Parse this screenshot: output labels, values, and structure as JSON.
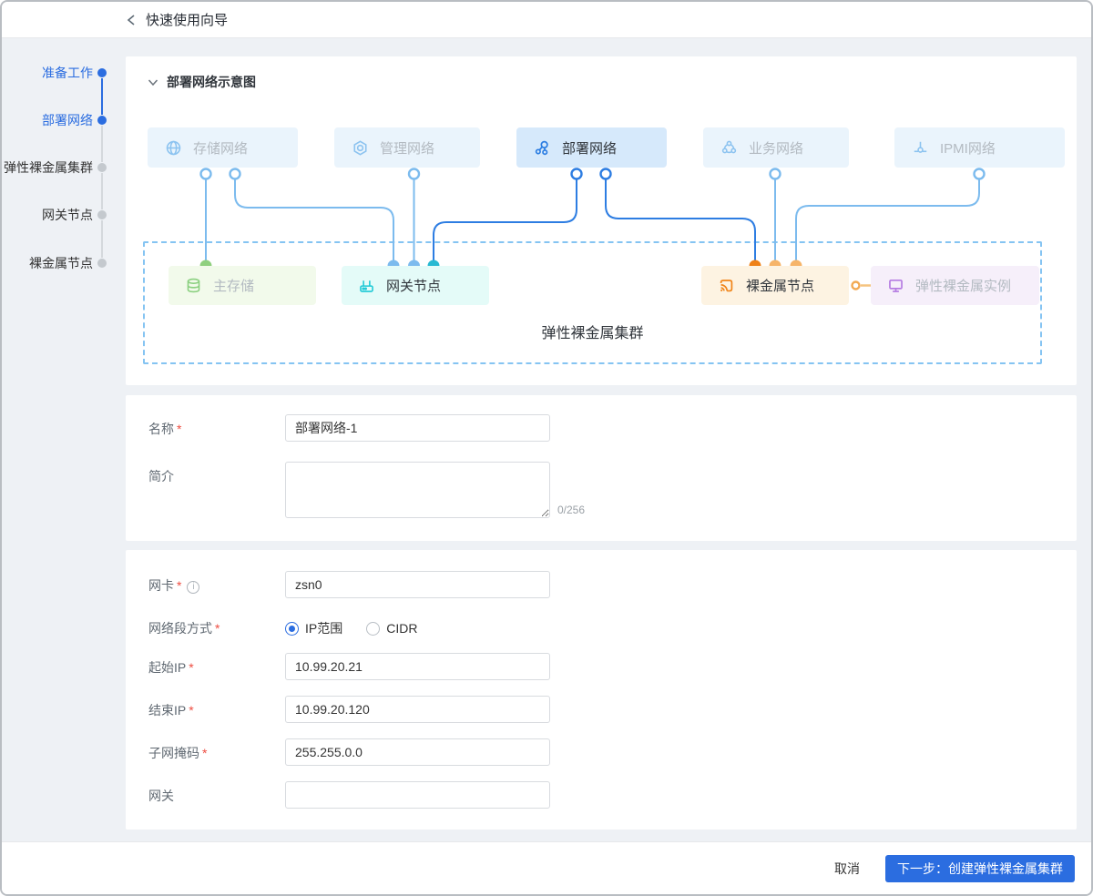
{
  "header": {
    "title": "快速使用向导"
  },
  "stepper": {
    "steps": [
      {
        "label": "准备工作",
        "state": "active"
      },
      {
        "label": "部署网络",
        "state": "active"
      },
      {
        "label": "弹性裸金属集群",
        "state": "pending"
      },
      {
        "label": "网关节点",
        "state": "pending"
      },
      {
        "label": "裸金属节点",
        "state": "pending"
      }
    ]
  },
  "diagram": {
    "section_title": "部署网络示意图",
    "networks": [
      {
        "label": "存储网络",
        "icon": "globe-icon",
        "active": false
      },
      {
        "label": "管理网络",
        "icon": "nut-icon",
        "active": false
      },
      {
        "label": "部署网络",
        "icon": "cluster-nodes-icon",
        "active": true
      },
      {
        "label": "业务网络",
        "icon": "tri-nodes-icon",
        "active": false
      },
      {
        "label": "IPMI网络",
        "icon": "probe-icon",
        "active": false
      }
    ],
    "cluster": {
      "label": "弹性裸金属集群",
      "nodes": [
        {
          "label": "主存储",
          "icon": "database-icon"
        },
        {
          "label": "网关节点",
          "icon": "router-icon"
        },
        {
          "label": "裸金属节点",
          "icon": "cast-icon"
        },
        {
          "label": "弹性裸金属实例",
          "icon": "monitor-icon"
        }
      ]
    },
    "colors": {
      "line_light": "#7cbbee",
      "line_dark": "#2d7de2",
      "dot_green": "#90d07f",
      "dot_teal": "#27b9d2",
      "dot_orange_dark": "#ef8117",
      "dot_orange_light": "#f6b469",
      "box_inactive_bg": "#eaf4fc",
      "box_active_bg": "#d6e9fb",
      "storage_bg": "#f2faeb",
      "gateway_bg": "#e4fbf8",
      "bare_bg": "#fdf3e2",
      "instance_bg": "#f6effa"
    }
  },
  "form_basic": {
    "name_label": "名称",
    "name_value": "部署网络-1",
    "desc_label": "简介",
    "desc_value": "",
    "counter": "0/256"
  },
  "form_network": {
    "nic_label": "网卡",
    "nic_value": "zsn0",
    "segment_label": "网络段方式",
    "radio_ip_range": "IP范围",
    "radio_cidr": "CIDR",
    "start_ip_label": "起始IP",
    "start_ip_value": "10.99.20.21",
    "end_ip_label": "结束IP",
    "end_ip_value": "10.99.20.120",
    "mask_label": "子网掩码",
    "mask_value": "255.255.0.0",
    "gateway_label": "网关",
    "gateway_value": ""
  },
  "footer": {
    "cancel_label": "取消",
    "next_label": "下一步：创建弹性裸金属集群"
  },
  "misc": {
    "required_mark": "*",
    "info_glyph": "i",
    "accent": "#2b6de0"
  }
}
